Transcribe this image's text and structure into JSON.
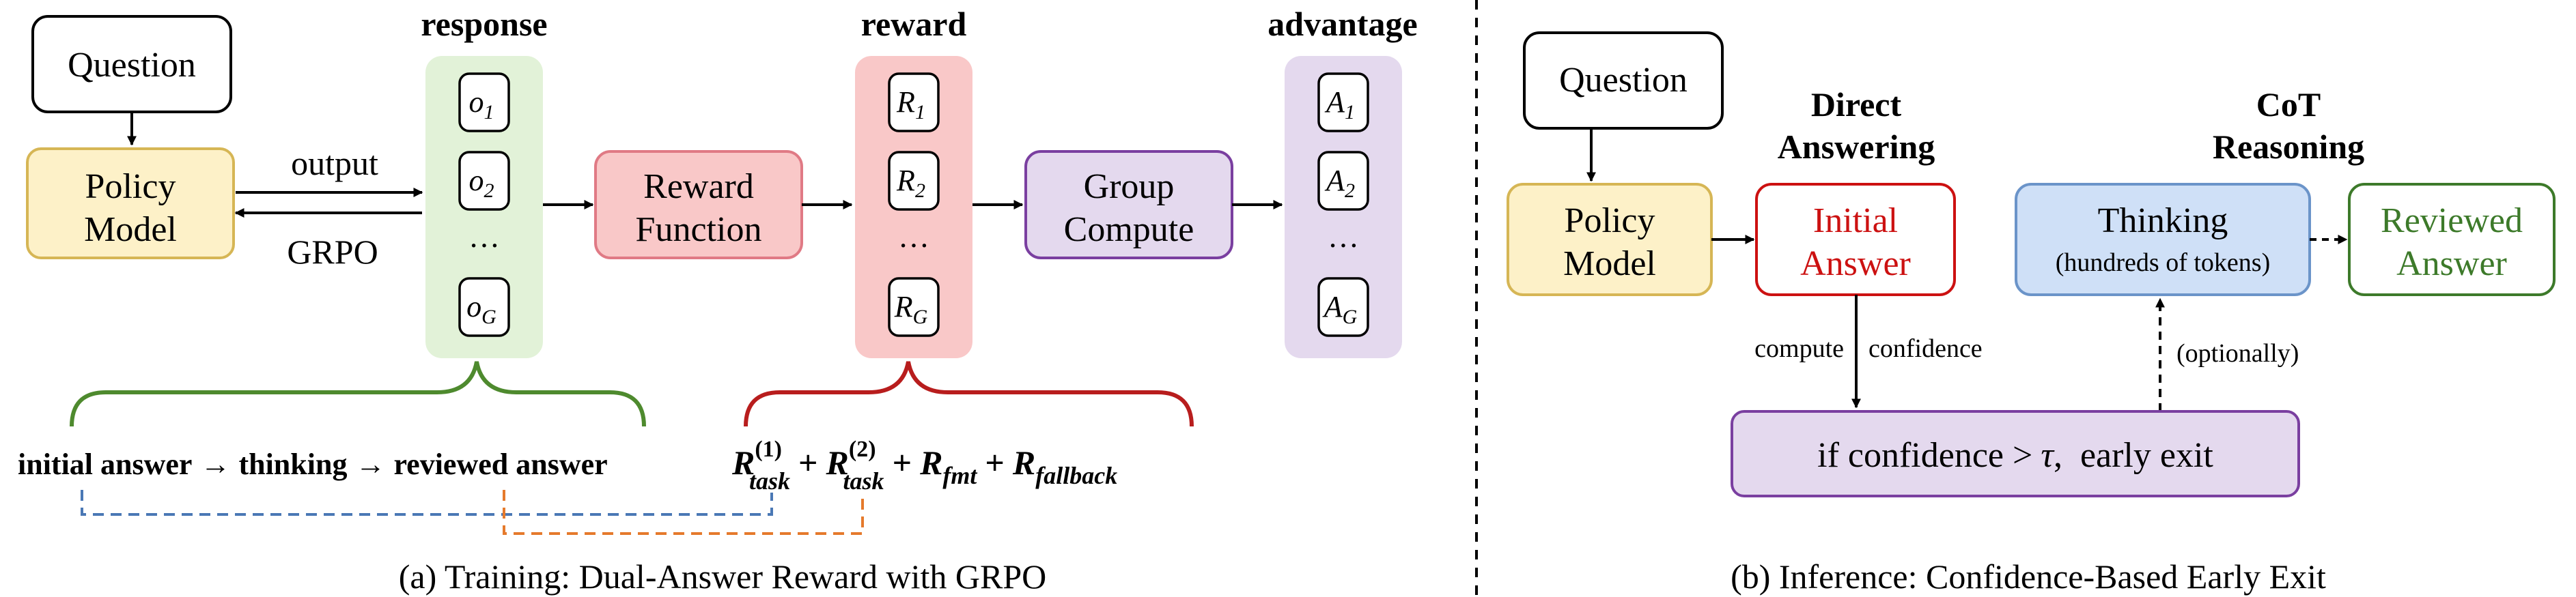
{
  "training": {
    "question": "Question",
    "policy_model": [
      "Policy",
      "Model"
    ],
    "output_label": "output",
    "grpo_label": "GRPO",
    "response_title": "response",
    "responses": [
      {
        "base": "o",
        "sub": "1"
      },
      {
        "base": "o",
        "sub": "2"
      },
      {
        "ellipsis": "…"
      },
      {
        "base": "o",
        "sub": "G"
      }
    ],
    "reward_function": [
      "Reward",
      "Function"
    ],
    "reward_title": "reward",
    "rewards": [
      {
        "base": "R",
        "sub": "1"
      },
      {
        "base": "R",
        "sub": "2"
      },
      {
        "ellipsis": "…"
      },
      {
        "base": "R",
        "sub": "G"
      }
    ],
    "group_compute": [
      "Group",
      "Compute"
    ],
    "advantage_title": "advantage",
    "advantages": [
      {
        "base": "A",
        "sub": "1"
      },
      {
        "base": "A",
        "sub": "2"
      },
      {
        "ellipsis": "…"
      },
      {
        "base": "A",
        "sub": "G"
      }
    ],
    "pipeline": {
      "initial": "initial answer",
      "arrow": "→",
      "thinking": "thinking",
      "reviewed": "reviewed answer"
    },
    "reward_formula": {
      "r": "R",
      "task": "task",
      "sup1": "(1)",
      "sup2": "(2)",
      "fmt": "fmt",
      "fallback": "fallback",
      "plus": "+"
    },
    "caption": "(a) Training: Dual-Answer Reward with GRPO"
  },
  "inference": {
    "question": "Question",
    "policy_model": [
      "Policy",
      "Model"
    ],
    "direct_title": [
      "Direct",
      "Answering"
    ],
    "initial_answer": [
      "Initial",
      "Answer"
    ],
    "cot_title": [
      "CoT",
      "Reasoning"
    ],
    "thinking": "Thinking",
    "thinking_sub": "(hundreds of tokens)",
    "reviewed_answer": [
      "Reviewed",
      "Answer"
    ],
    "compute_label": "compute",
    "confidence_label": "confidence",
    "optionally_label": "(optionally)",
    "exit_box": {
      "prefix": "if confidence >",
      "tau": "τ",
      "suffix": ",  early exit"
    },
    "caption": "(b) Inference: Confidence-Based Early Exit"
  },
  "colors": {
    "yellow_fill": "#fdf1c8",
    "yellow_stroke": "#d6b655",
    "green_fill": "#e2f2d8",
    "green_stroke": "#4e8a2e",
    "red_fill": "#f9c8c8",
    "red_stroke": "#e07a85",
    "purple_fill": "#e4d9ee",
    "purple_stroke": "#7a3fa0",
    "blue_fill": "#cfe0f7",
    "blue_stroke": "#6b94c9",
    "answer_red": "#cc1111",
    "reviewed_green": "#3d7a2a",
    "brace_green": "#4e8a2e",
    "brace_red": "#b81d1d",
    "dash_blue": "#4a78b5",
    "dash_orange": "#e57a2c"
  }
}
